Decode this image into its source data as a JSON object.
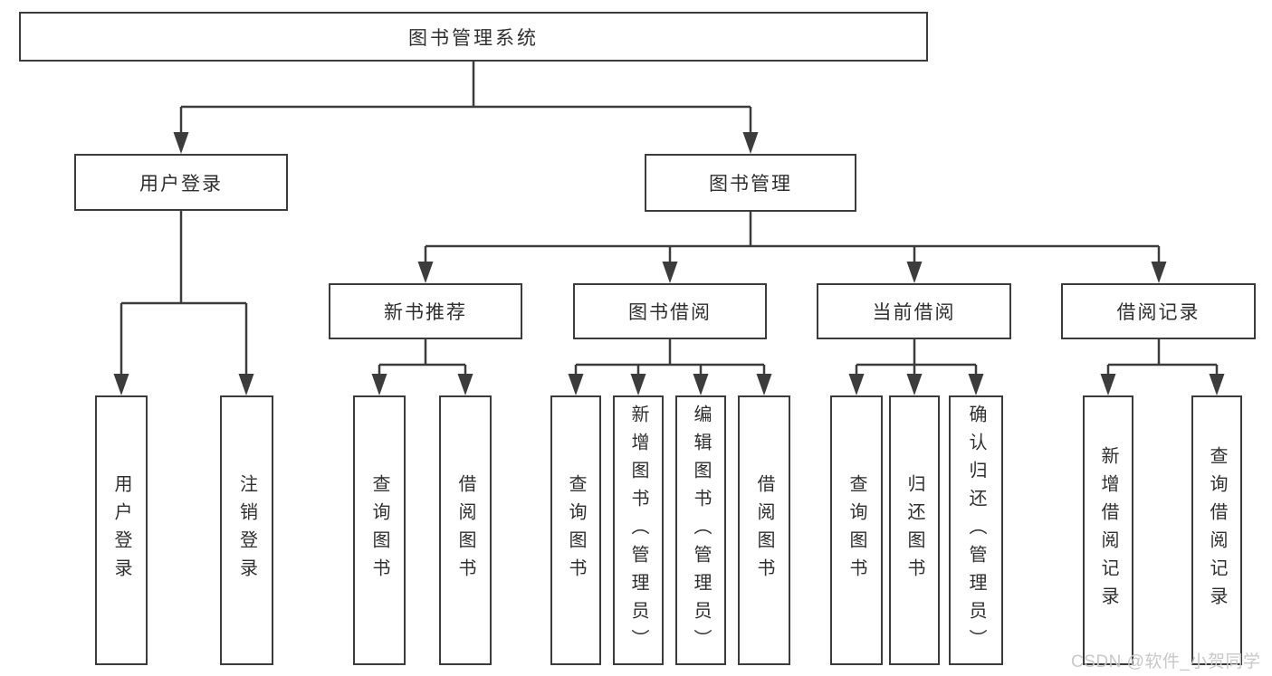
{
  "diagram": {
    "root": {
      "label": "图书管理系统"
    },
    "level1": [
      "用户登录",
      "图书管理"
    ],
    "level2": [
      "新书推荐",
      "图书借阅",
      "当前借阅",
      "借阅记录"
    ],
    "children": {
      "user": [
        "用户登录",
        "注销登录"
      ],
      "recommend": [
        "查询图书",
        "借阅图书"
      ],
      "borrow": [
        "查询图书",
        "新增图书（管理员）",
        "编辑图书（管理员）",
        "借阅图书"
      ],
      "current": [
        "查询图书",
        "归还图书",
        "确认归还（管理员）"
      ],
      "records": [
        "新增借阅记录",
        "查询借阅记录"
      ]
    },
    "colors": {
      "line": "#3c3c3c",
      "text": "#2f2f2f",
      "background": "#ffffff",
      "watermark": "#c8c8c8"
    }
  },
  "watermark": {
    "text": "CSDN @软件_小贺同学"
  }
}
